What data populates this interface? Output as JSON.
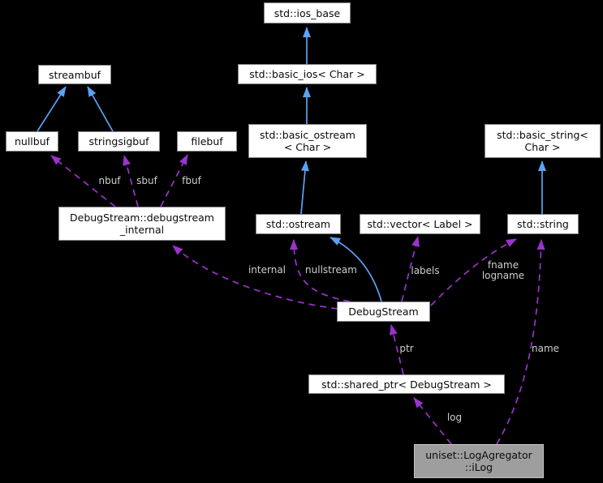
{
  "diagram": {
    "type": "collaboration-graph",
    "background_color": "#000000",
    "colors": {
      "inheritance_arrow": "#5ca2f2",
      "usage_arrow": "#9a33cc",
      "node_fill": "#ffffff",
      "node_border": "#848484",
      "node_text": "#0a0a0a",
      "highlight_node_fill": "#9e9e9e",
      "edge_label_text": "#cfcfcf"
    },
    "nodes": {
      "ios_base": {
        "label": "std::ios_base"
      },
      "basic_ios": {
        "label": "std::basic_ios< Char >"
      },
      "streambuf": {
        "label": "streambuf"
      },
      "nullbuf": {
        "label": "nullbuf"
      },
      "stringsigbuf": {
        "label": "stringsigbuf"
      },
      "filebuf": {
        "label": "filebuf"
      },
      "basic_ostream": {
        "label": "std::basic_ostream\n< Char >"
      },
      "basic_string": {
        "label": "std::basic_string<\nChar >"
      },
      "debugstream_internal": {
        "label": "DebugStream::debugstream\n_internal"
      },
      "ostream": {
        "label": "std::ostream"
      },
      "vector_label": {
        "label": "std::vector< Label >"
      },
      "string": {
        "label": "std::string"
      },
      "debugstream": {
        "label": "DebugStream"
      },
      "shared_ptr": {
        "label": "std::shared_ptr< DebugStream >"
      },
      "ilog": {
        "label": "uniset::LogAgregator\n::iLog"
      }
    },
    "edge_labels": {
      "nbuf": "nbuf",
      "sbuf": "sbuf",
      "fbuf": "fbuf",
      "internal": "internal",
      "nullstream": "nullstream",
      "labels": "labels",
      "fname_logname": "fname\nlogname",
      "ptr": "ptr",
      "name": "name",
      "log": "log"
    }
  }
}
